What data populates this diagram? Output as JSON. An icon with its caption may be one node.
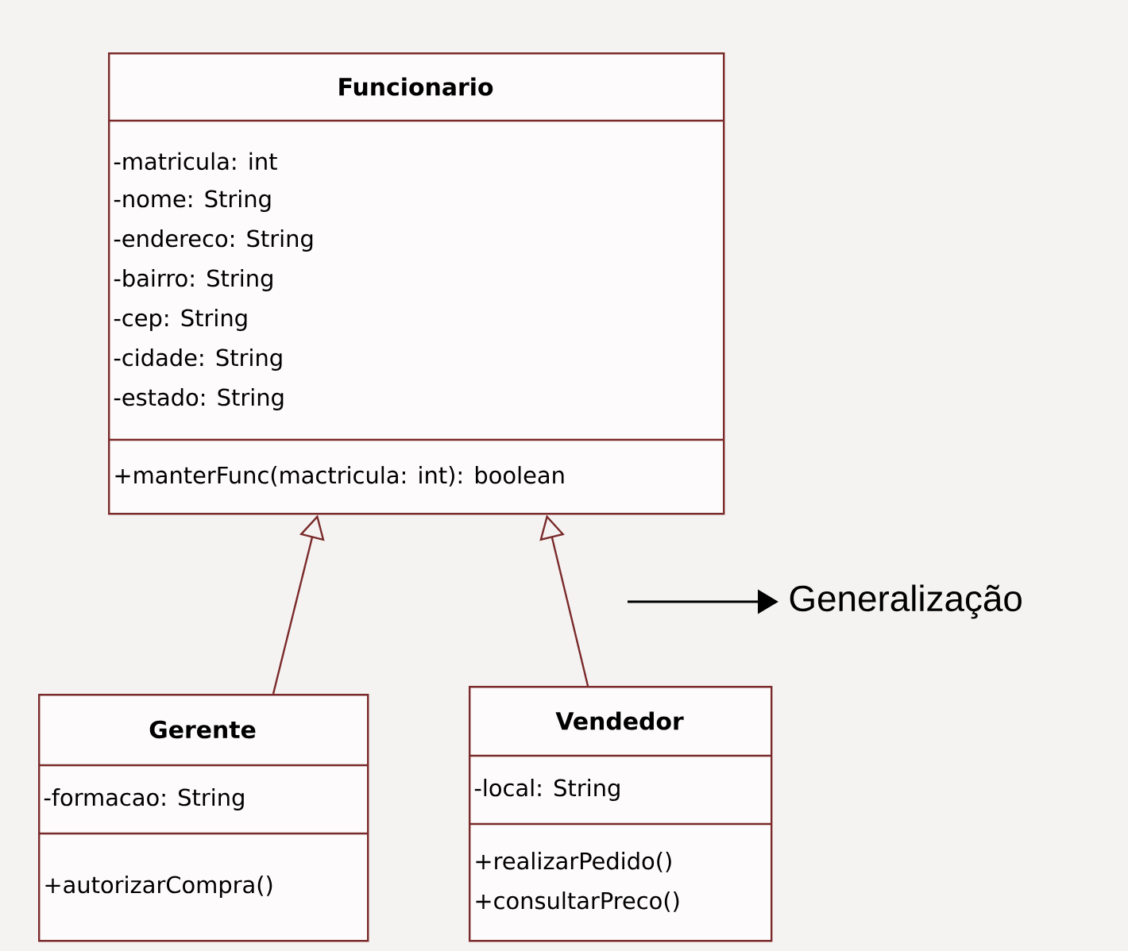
{
  "diagram": {
    "nodes": [
      {
        "text": [
          "Funcionario",
          "-matricula: int",
          "-nome: String",
          "-endereco: String",
          "-bairro: String",
          "-cep: String",
          "-cidade: String",
          "-estado: String",
          "+manterFunc(mactricula: int): boolean"
        ]
      },
      {
        "text": [
          "Gerente",
          "-formacao: String",
          "+autorizarCompra()"
        ]
      },
      {
        "text": [
          "Vendedor",
          "-local: String",
          "+realizarPedido()",
          "+consultarPreco()"
        ]
      }
    ],
    "edges": [
      {
        "from": 1,
        "to": 0,
        "arrow": "to"
      },
      {
        "from": 2,
        "to": 0,
        "arrow": "to"
      }
    ],
    "legend": [
      {
        "text": "Generalização"
      }
    ]
  }
}
